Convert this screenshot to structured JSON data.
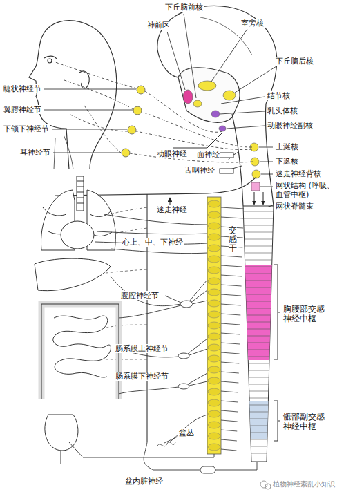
{
  "diagram": {
    "labels": [
      "下丘脑前核",
      "室旁核",
      "神前区",
      "下丘脑后核",
      "睫状神经节",
      "翼腭神经节",
      "下颌下神经节",
      "耳神经节",
      "结节核",
      "乳头体核",
      "动眼神经副核",
      "动眼神经",
      "面神经",
      "上涎核",
      "下涎核",
      "舌咽神经",
      "迷走神经背核",
      "网状结构 (呼吸、血管中枢)",
      "网状脊髓束",
      "迷走神经",
      "交感干",
      "心上、中、下神经",
      "腹腔神经节",
      "胸腰部交感神经中枢",
      "肠系膜上神经节",
      "肠系膜下神经节",
      "骶部副交感神经中枢",
      "盆丛",
      "盆内脏神经",
      "植物神经紊乱小知识"
    ]
  }
}
